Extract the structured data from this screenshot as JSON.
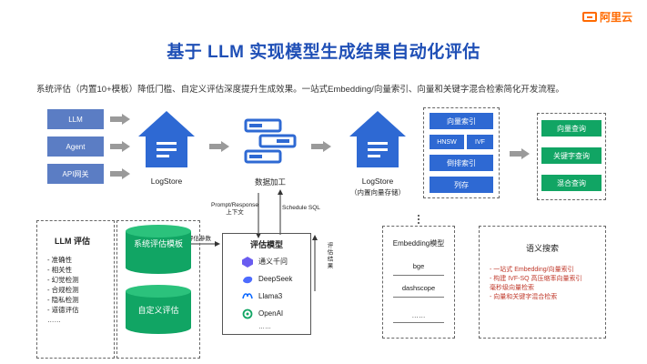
{
  "logo": {
    "text": "阿里云",
    "icon": "aliyun-logo-icon",
    "color": "#ff6a00"
  },
  "title": "基于 LLM 实现模型生成结果自动化评估",
  "subtitle": "系统评估（内置10+模板）降低门槛、自定义评估深度提升生成效果。一站式Embedding/向量索引、向量和关键字混合检索简化开发流程。",
  "sources": [
    "LLM",
    "Agent",
    "API网关"
  ],
  "logstore1": {
    "label": "LogStore",
    "icon": "logstore-house-icon"
  },
  "processing": {
    "label": "数据加工",
    "icon": "data-process-icon"
  },
  "logstore2": {
    "label": "LogStore",
    "sub": "（内置向量存储）",
    "icon": "logstore-house-icon"
  },
  "index_panel": {
    "vector_index": "向量索引",
    "hnsw": "HNSW",
    "ivf": "IVF",
    "inverted_index": "倒排索引",
    "column_store": "列存"
  },
  "queries": [
    "向量查询",
    "关键字查询",
    "混合查询"
  ],
  "connectors": {
    "prompt_response": "Prompt/Response",
    "context": "上下文",
    "schedule_sql": "Schedule SQL",
    "eval_params": "评估参数",
    "eval_result": "评估结果"
  },
  "llm_eval": {
    "title": "LLM 评估",
    "items": [
      "- 准确性",
      "- 相关性",
      "- 幻觉检测",
      "- 合规检测",
      "- 隐私检测",
      "- 道德评估",
      "……"
    ]
  },
  "templates": {
    "system": "系统评估模板",
    "custom": "自定义评估"
  },
  "eval_model": {
    "title": "评估模型",
    "models": [
      {
        "name": "通义千问",
        "icon": "qwen-icon",
        "color": "#6a5cf0"
      },
      {
        "name": "DeepSeek",
        "icon": "deepseek-icon",
        "color": "#4d6bfe"
      },
      {
        "name": "Llama3",
        "icon": "meta-llama-icon",
        "color": "#0866ff"
      },
      {
        "name": "OpenAI",
        "icon": "openai-icon",
        "color": "#111111"
      }
    ],
    "more": "……"
  },
  "embedding": {
    "title": "Embedding模型",
    "items": [
      "bge",
      "dashscope",
      "……"
    ]
  },
  "semantic": {
    "title": "语义搜索",
    "items": [
      "- 一站式 Embedding/向量索引",
      "- 构建 IVF-SQ 高压缩率向量索引",
      "  毫秒级向量检索",
      "- 向量和关键字混合检索"
    ]
  },
  "colors": {
    "title": "#1f4fb6",
    "source": "#5b7dc4",
    "house": "#2e69d3",
    "green": "#11a564",
    "cylinder": "#11a564",
    "red": "#c0392b",
    "arrow": "#9a9a9a"
  }
}
